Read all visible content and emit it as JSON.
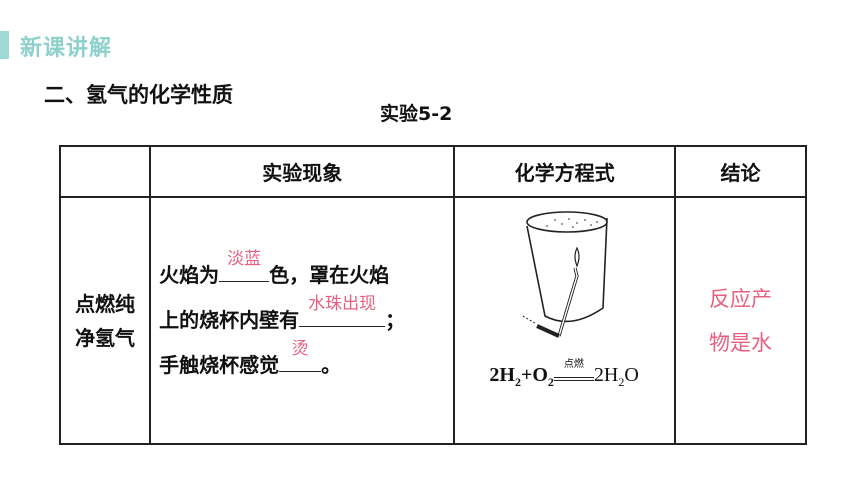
{
  "header": {
    "title": "新课讲解",
    "accent_color": "#9fd9d4"
  },
  "section_title": "二、氢气的化学性质",
  "experiment_title": "实验5-2",
  "table": {
    "headers": [
      "",
      "实验现象",
      "化学方程式",
      "结论"
    ],
    "row_label_line1": "点燃纯",
    "row_label_line2": "净氢气",
    "phenomenon": {
      "l1_before": "火焰为",
      "l1_answer": "淡蓝",
      "l1_after": "色，罩在火焰",
      "l2_before": "上的烧杯内壁有",
      "l2_answer": "水珠出现",
      "l2_after": "；",
      "l3_before": "手触烧杯感觉",
      "l3_answer": "烫",
      "l3_after": "。"
    },
    "equation": {
      "h": "2H",
      "h_sub": "2",
      "plus": "+O",
      "o_sub": "2",
      "condition": "点燃",
      "product": "2H",
      "product_sub": "2",
      "product_end": "O"
    },
    "conclusion_line1": "反应产",
    "conclusion_line2": "物是水"
  },
  "answer_color": "#e8607f"
}
